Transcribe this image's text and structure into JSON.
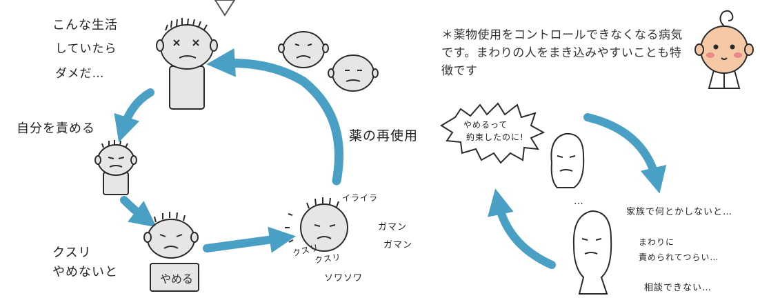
{
  "colors": {
    "arrow": "#4a9fc4",
    "skin": "#e6e6e6",
    "ink": "#2a2a2a",
    "baby_skin": "#f5c9a6",
    "cheek": "#f08a8a"
  },
  "left_cycle": {
    "thought": [
      "こんな生活",
      "していたら",
      "ダメだ…"
    ],
    "blame_self": "自分を責める",
    "quit_drug": [
      "クスリ",
      "やめないと"
    ],
    "sign_text": "やめる",
    "craving": [
      "イライラ",
      "ガマン",
      "ガマン",
      "クスリ",
      "クスリ",
      "ソワソワ"
    ],
    "relapse": "薬の再使用"
  },
  "right_cycle": {
    "promise_bubble": [
      "やめるって",
      "約束したのに!"
    ],
    "ellipsis": "…",
    "family": [
      "家族で何とかしないと…",
      "まわりに",
      "責められてつらい…",
      "相談できない…"
    ]
  },
  "note": "＊薬物使用をコントロールできなくなる病気です。まわりの人をまき込みやすいことも特徴です",
  "icons": [
    "sad-face-icon",
    "doctor-baby-icon",
    "cycle-arrow-icon"
  ]
}
